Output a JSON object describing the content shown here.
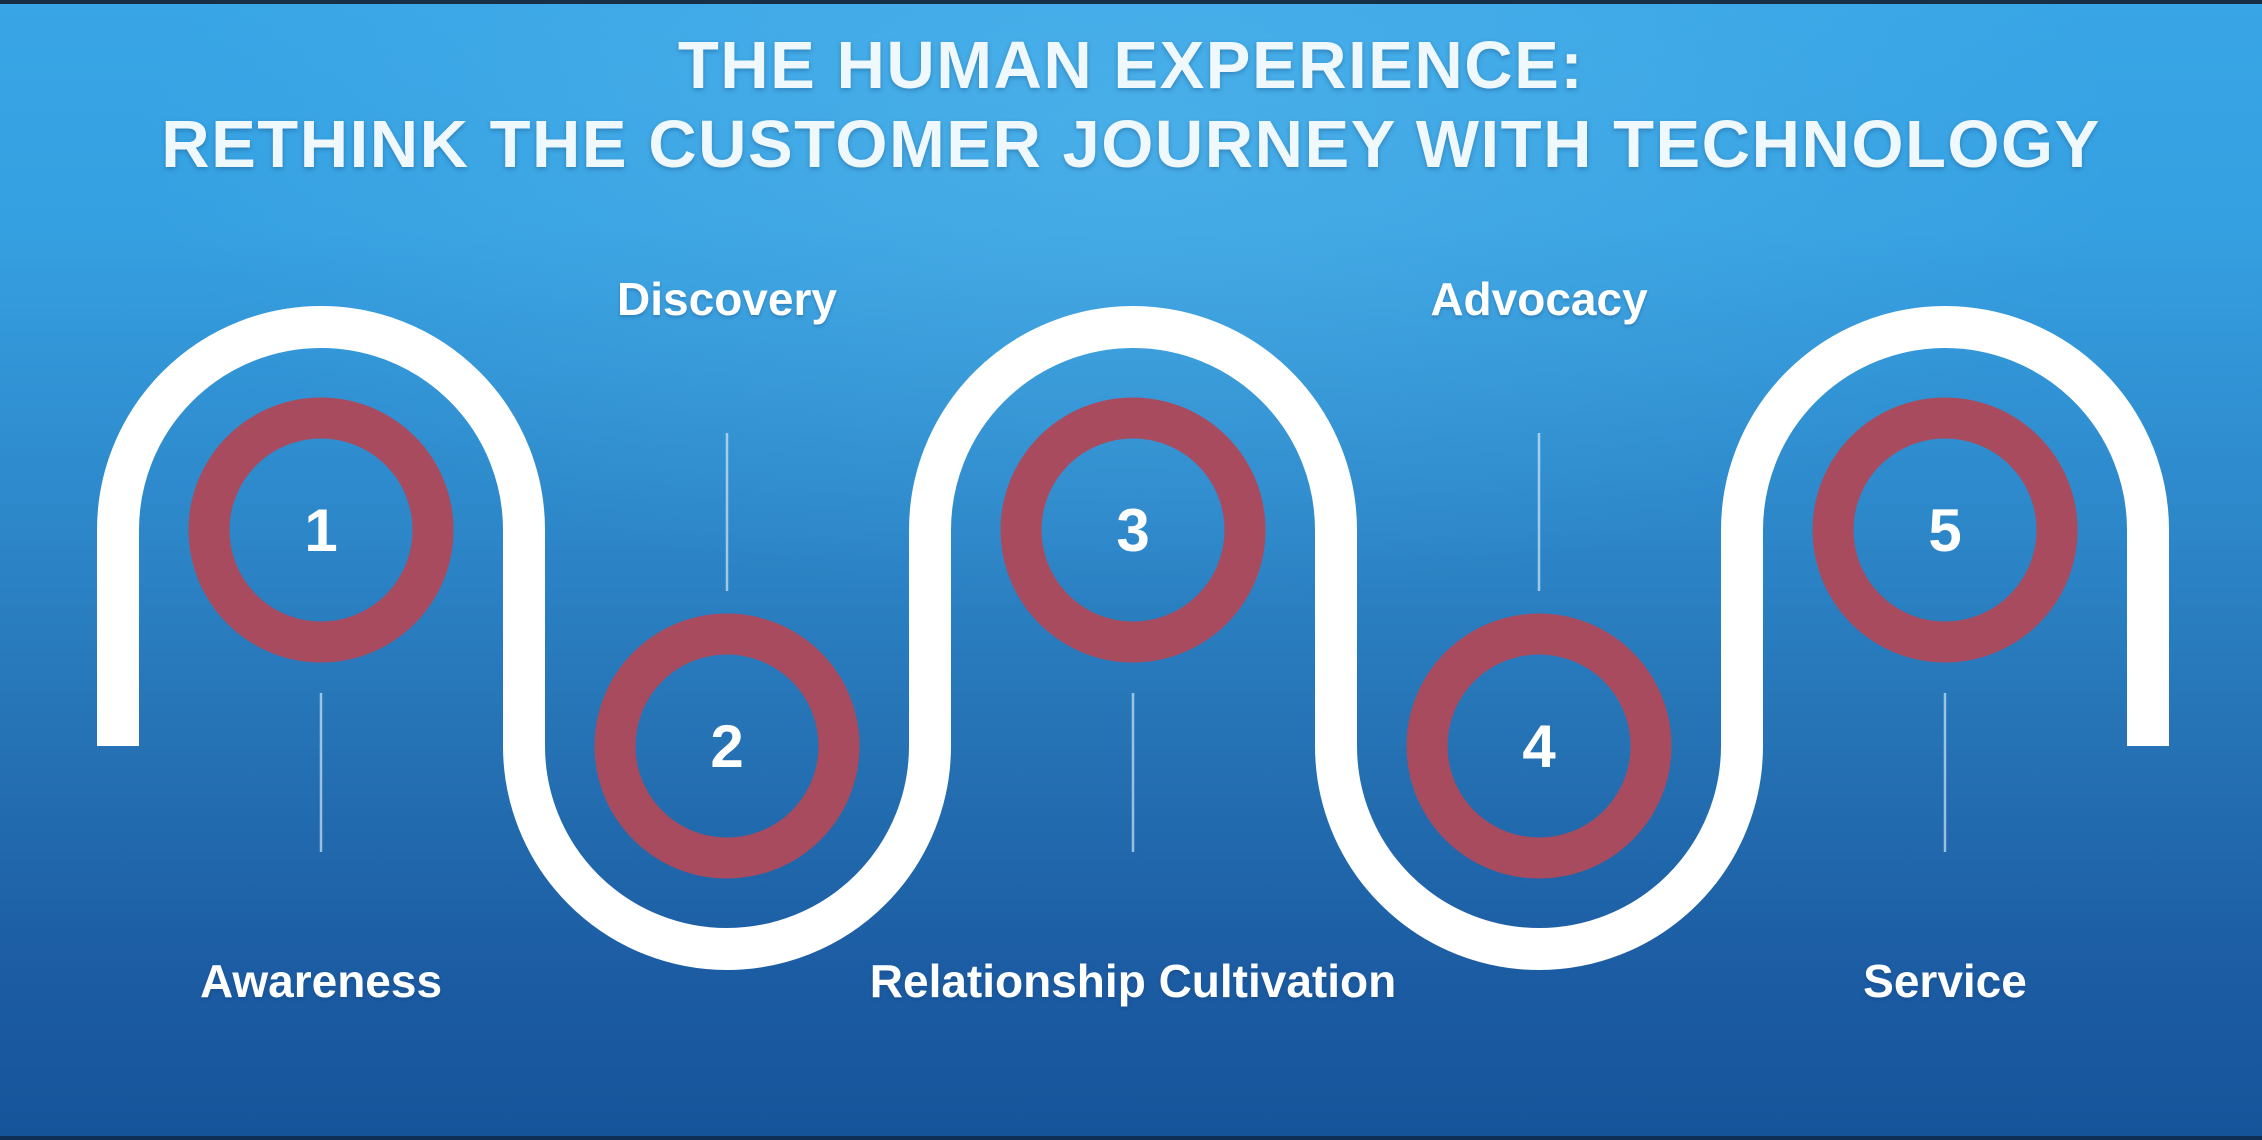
{
  "slide": {
    "title_line1": "THE HUMAN EXPERIENCE:",
    "title_line2": "RETHINK THE CUSTOMER JOURNEY WITH TECHNOLOGY"
  },
  "journey": {
    "stages": [
      {
        "number": "1",
        "label": "Awareness",
        "label_position": "below"
      },
      {
        "number": "2",
        "label": "Discovery",
        "label_position": "above"
      },
      {
        "number": "3",
        "label": "Relationship Cultivation",
        "label_position": "below"
      },
      {
        "number": "4",
        "label": "Advocacy",
        "label_position": "above"
      },
      {
        "number": "5",
        "label": "Service",
        "label_position": "below"
      }
    ]
  },
  "colors": {
    "background_top": "#38a5e6",
    "background_bottom": "#16549a",
    "path_white": "#ffffff",
    "ring_red": "#a84b5f",
    "text": "#ffffff"
  }
}
